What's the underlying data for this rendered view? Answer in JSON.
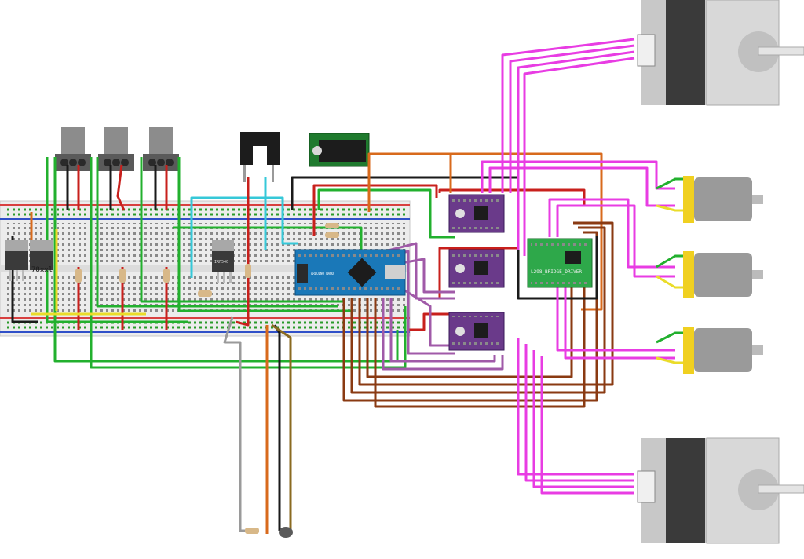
{
  "components": {
    "regulator_label": "78xxl",
    "l298_label": "L298_BRIDGE_DRIVER",
    "nano_label": "ARDUINO NANO",
    "mosfet_label": "IRF540"
  },
  "wire_colors": {
    "green": "#22b02e",
    "pink": "#e83ce3",
    "red": "#c8201c",
    "brown": "#8a3a12",
    "orange": "#d86a1c",
    "purple": "#a05aa8",
    "black": "#1a1a1a",
    "cyan": "#36c8d8",
    "yellow": "#eadc2a",
    "grey": "#9a9a9a"
  }
}
